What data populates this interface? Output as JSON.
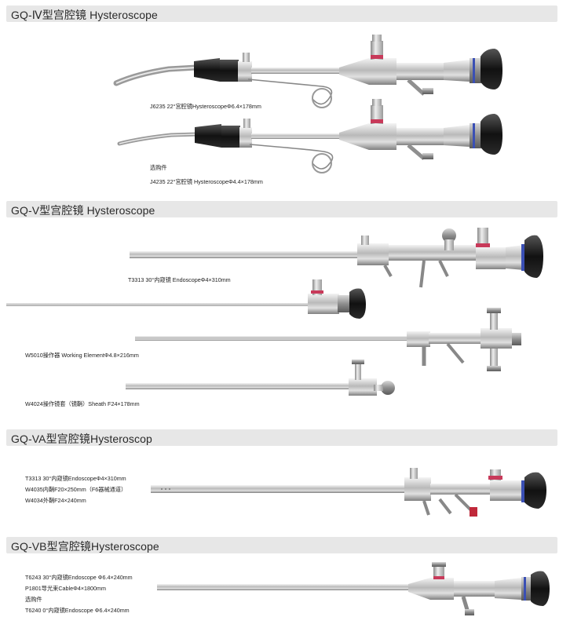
{
  "sections": [
    {
      "title": "GQ-Ⅳ型宫腔镜 Hysteroscope",
      "captions": [
        "J6235  22°宫腔镜HysteroscopeΦ6.4×178mm",
        "选购件",
        "J4235 22°宫腔镜 HysteroscopeΦ4.4×178mm"
      ]
    },
    {
      "title": "GQ-V型宫腔镜 Hysteroscope",
      "captions": [
        "T3313 30°内窥镜 EndoscopeΦ4×310mm",
        "W5010操作器 Working ElementΦ4.8×216mm",
        "W4024操作镜套（镜鞘）Sheath F24×178mm"
      ]
    },
    {
      "title": "GQ-VA型宫腔镜Hysteroscop",
      "captions": [
        "T3313 30°内窥镜EndoscopeΦ4×310mm",
        "W4035内鞘F20×250mm（F6器械通道）",
        "W4034外鞘F24×240mm"
      ]
    },
    {
      "title": "GQ-VB型宫腔镜Hysteroscope",
      "captions": [
        "T6243  30°内窥镜Endoscope Φ6.4×240mm",
        "P1801导光束CableΦ4×1800mm",
        "选购件",
        "T6240 0°内窥镜Endoscope Φ6.4×240mm"
      ]
    }
  ]
}
